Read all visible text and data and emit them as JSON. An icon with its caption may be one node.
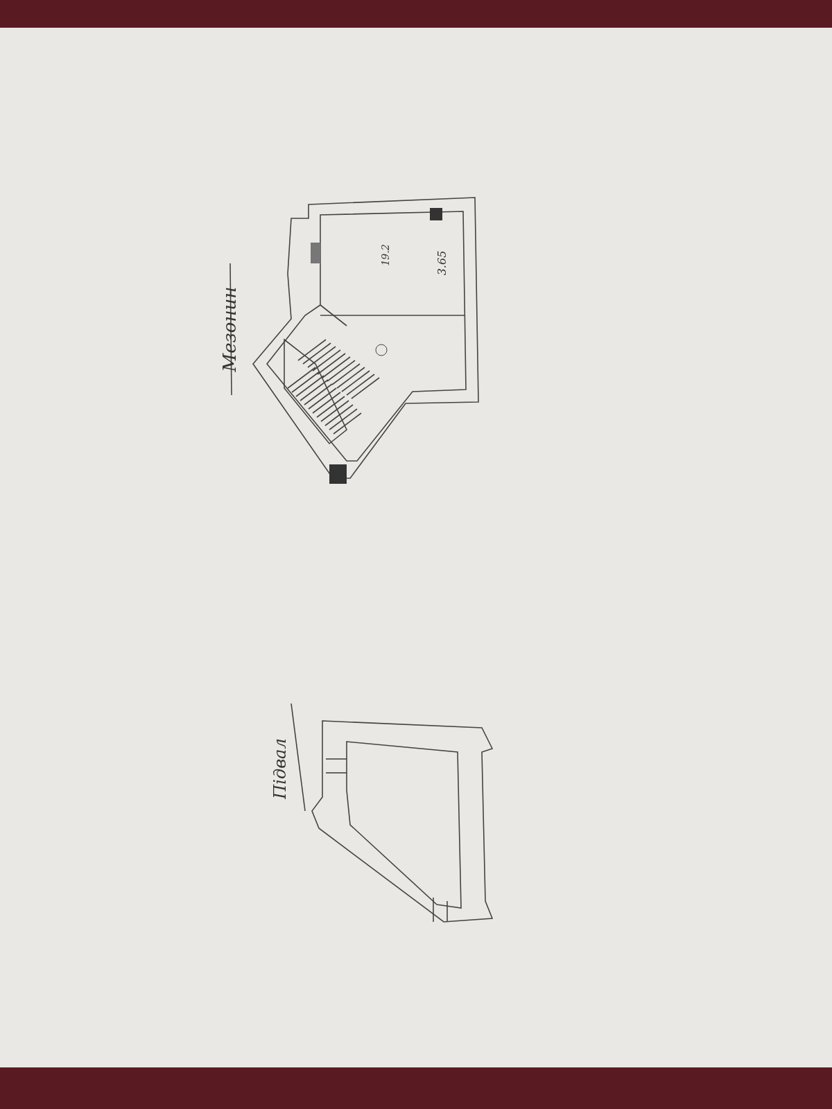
{
  "diagram": {
    "labels": [
      "Мезонин",
      "19.2",
      "3.65",
      "Підвал"
    ]
  }
}
